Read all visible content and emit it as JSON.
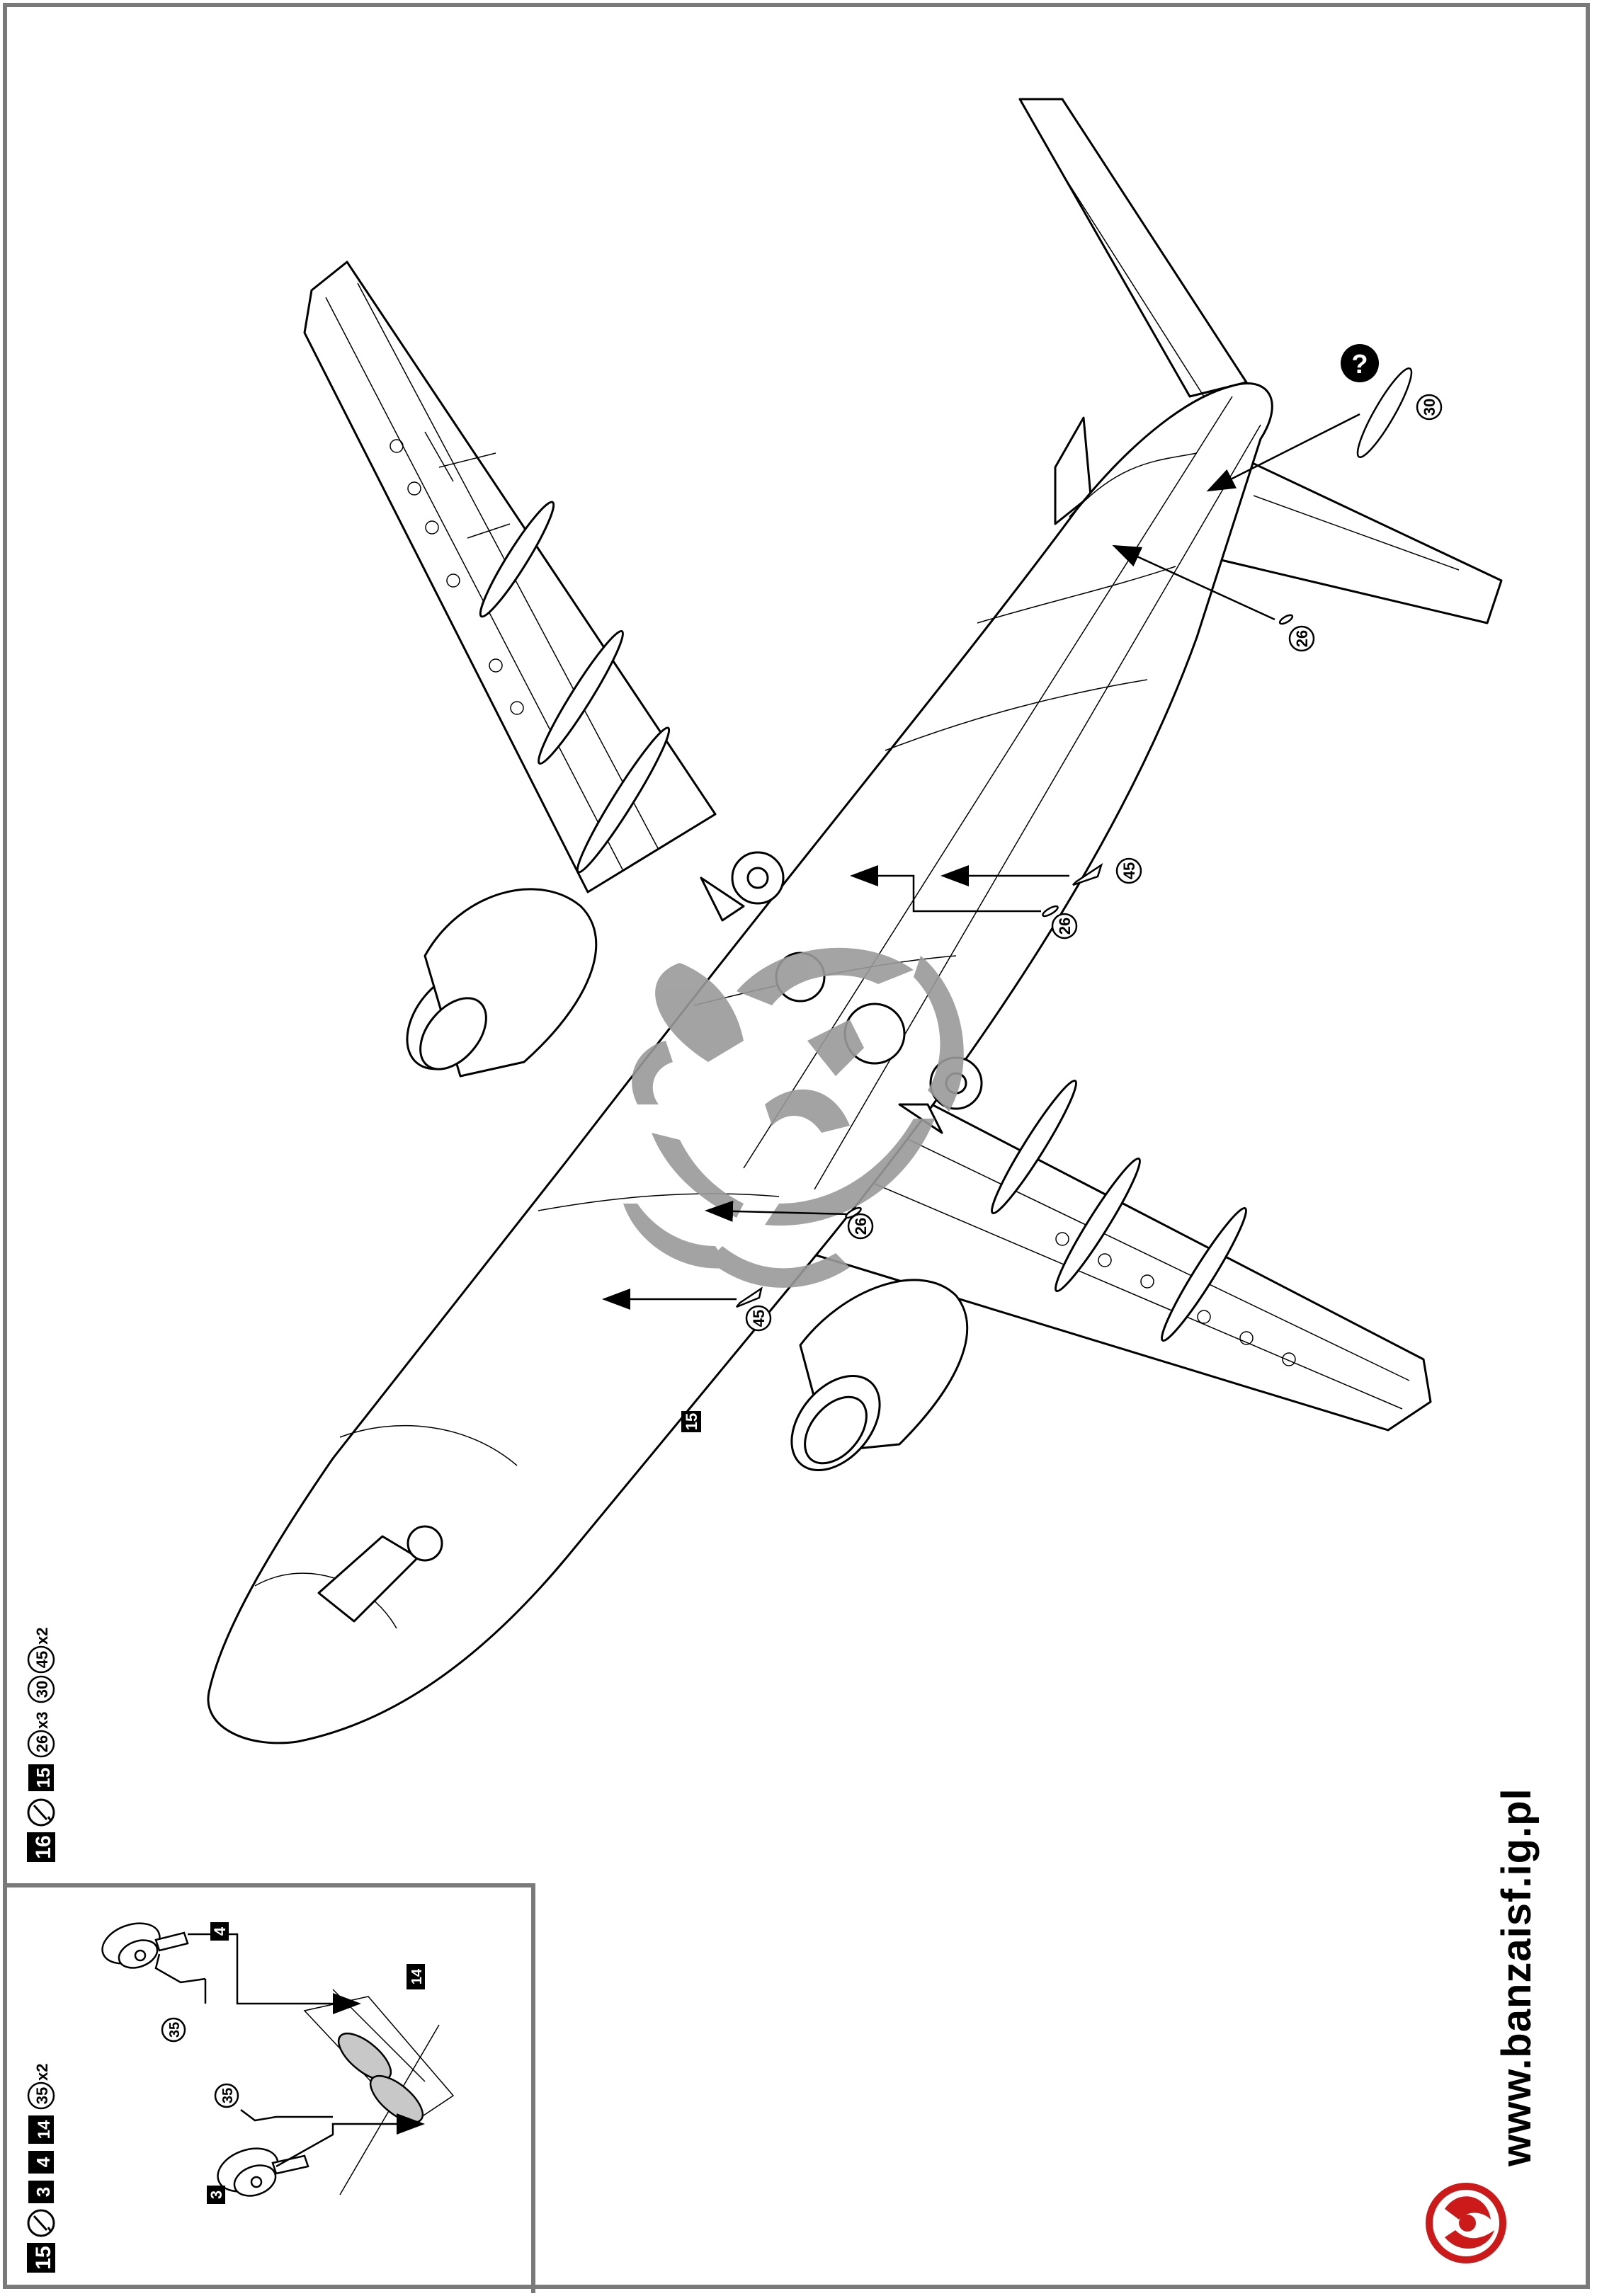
{
  "step_main": {
    "step_number": "16",
    "glue_icon": "glue-icon",
    "parts": [
      {
        "type": "box",
        "label": "15"
      },
      {
        "type": "circle",
        "label": "26",
        "qty": "x3"
      },
      {
        "type": "circle",
        "label": "30",
        "qty": ""
      },
      {
        "type": "circle",
        "label": "45",
        "qty": "x2"
      }
    ]
  },
  "step_inset": {
    "step_number": "15",
    "glue_icon": "glue-icon",
    "parts": [
      {
        "type": "box",
        "label": "3"
      },
      {
        "type": "box",
        "label": "4"
      },
      {
        "type": "box",
        "label": "14"
      },
      {
        "type": "circle",
        "label": "35",
        "qty": "x2"
      }
    ]
  },
  "callouts": {
    "part30": "30",
    "part26_tail": "26",
    "part45_top": "45",
    "part26_mid": "26",
    "part26_low": "26",
    "part45_low": "45",
    "part15": "15",
    "paint_mark": "?"
  },
  "inset_callouts": {
    "part4": "4",
    "part14": "14",
    "part35_a": "35",
    "part35_b": "35",
    "part3": "3"
  },
  "website": "www.banzaisf.ig.pl",
  "colors": {
    "line": "#000000",
    "frame": "#7a7a7a",
    "watermark": "#9a9a9a",
    "logo": "#cc1a1a"
  }
}
